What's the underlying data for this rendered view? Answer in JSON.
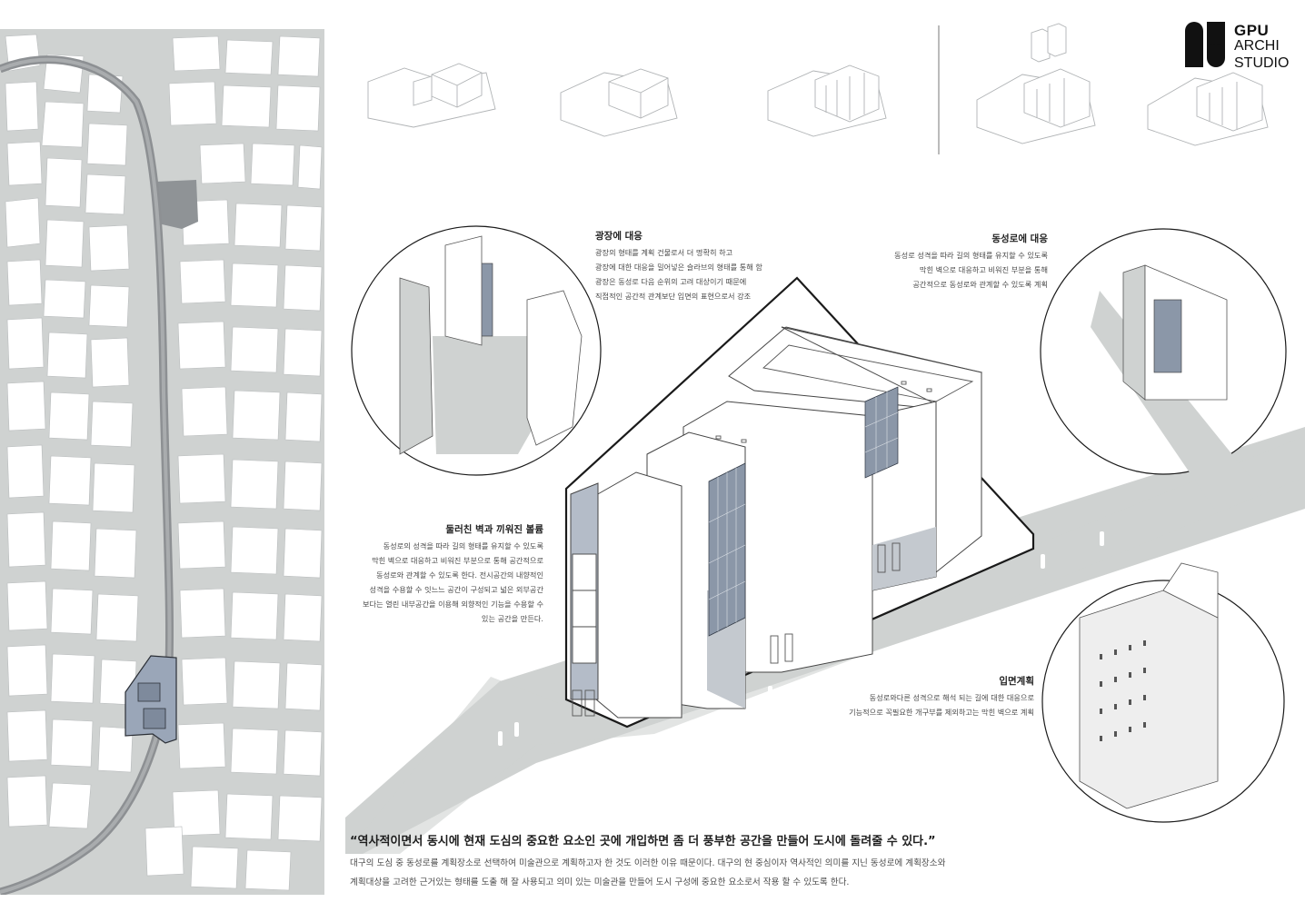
{
  "brand": {
    "logo_mark": "GPU",
    "line1": "GPU",
    "line2": "ARCHI",
    "line3": "STUDIO"
  },
  "annotations": {
    "plaza": {
      "title": "광장에 대응",
      "body": "광장의 형태를 계획 건물로서 더 명확히 하고\n광장에 대한 대응을 밀어넣은 슬라브의 형태를 통해 함\n광장은 동성로 다음 순위의 고려 대상이기 때문에\n직접적인 공간적 관계보단 입면의 표현으로서 강조"
    },
    "street": {
      "title": "동성로에 대응",
      "body": "동성로 성격을 따라 길의 형태를 유지할 수 있도록\n막힌 벽으로 대응하고 비워진 부분을 통해\n공간적으로 동성로와 관계할 수 있도록 계획"
    },
    "wall": {
      "title": "둘러친 벽과 끼워진 볼륨",
      "body": "동성로의 성격을 따라 길의 형태를 유지할 수 있도록\n막힌 벽으로 대응하고 비워진 부분으로 통해 공간적으로\n동성로와 관계할 수 있도록 한다. 전시공간의 내향적인\n성격을 수용할 수 잇느느 공간이 구성되고 넓은 외부공간\n보다는 열린 내부공간을 이용해 외향적인 기능을 수용할 수\n있는 공간을 만든다."
    },
    "facade": {
      "title": "입면계획",
      "body": "동성로와다른 성격으로 해석 되는 길에 대한 대응으로\n기능적으로 꼭필요한 개구부를 제외하고는 막힌 벽으로 계획"
    }
  },
  "concept": {
    "quote": "“역사적이면서 동시에 현재 도심의 중요한 요소인 곳에 개입하면 좀 더 풍부한 공간을 만들어 도시에 돌려줄 수 있다.”",
    "body": "대구의 도심 중 동성로를 계획장소로 선택하여 미술관으로 계획하고자 한 것도 이러한 이유 때문이다. 대구의 현 중심이자 역사적인 의미를 지닌 동성로에 계획장소와\n계획대상을 고려한 근거있는 형태를 도출 해 잘 사용되고 의미 있는 미술관을 만들어 도시 구성에 중요한 요소로서 작용 할 수 있도록 한다."
  },
  "colors": {
    "ground": "#cfd2d1",
    "building": "#ffffff",
    "street": "#8d9093",
    "site": "#9aa6b8",
    "glass": "#8b97a8",
    "line": "#3a3a3a"
  }
}
